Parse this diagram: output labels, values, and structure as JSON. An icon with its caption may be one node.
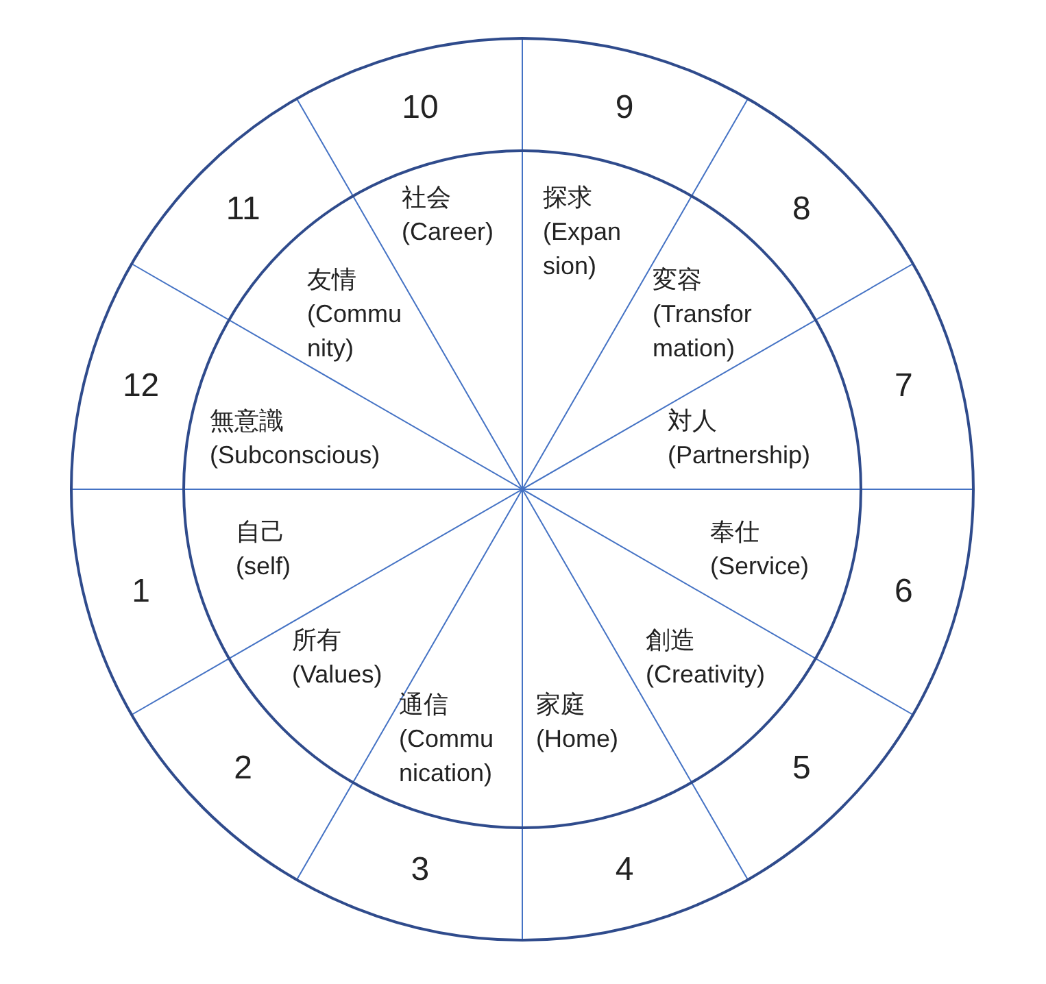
{
  "diagram": {
    "nodes": [
      {
        "text": [
          "1"
        ]
      },
      {
        "text": [
          "2"
        ]
      },
      {
        "text": [
          "3"
        ]
      },
      {
        "text": [
          "4"
        ]
      },
      {
        "text": [
          "5"
        ]
      },
      {
        "text": [
          "6"
        ]
      },
      {
        "text": [
          "7"
        ]
      },
      {
        "text": [
          "8"
        ]
      },
      {
        "text": [
          "9"
        ]
      },
      {
        "text": [
          "10"
        ]
      },
      {
        "text": [
          "11"
        ]
      },
      {
        "text": [
          "12"
        ]
      },
      {
        "text": [
          "自己",
          "(self)"
        ]
      },
      {
        "text": [
          "所有",
          "(Values)"
        ]
      },
      {
        "text": [
          "通信",
          "(Communication)"
        ]
      },
      {
        "text": [
          "家庭",
          "(Home)"
        ]
      },
      {
        "text": [
          "創造",
          "(Creativity)"
        ]
      },
      {
        "text": [
          "奉仕",
          "(Service)"
        ]
      },
      {
        "text": [
          "対人",
          "(Partnership)"
        ]
      },
      {
        "text": [
          "変容",
          "(Transformation)"
        ]
      },
      {
        "text": [
          "探求",
          "(Expansion)"
        ]
      },
      {
        "text": [
          "社会",
          "(Career)"
        ]
      },
      {
        "text": [
          "友情",
          "(Community)"
        ]
      },
      {
        "text": [
          "無意識",
          "(Subconscious)"
        ]
      }
    ]
  }
}
